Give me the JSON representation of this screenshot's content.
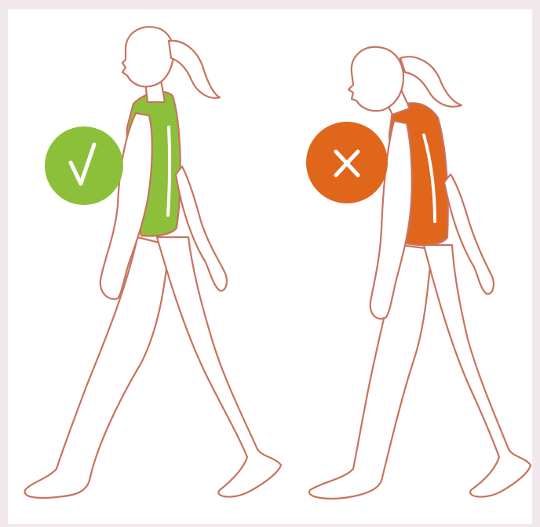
{
  "image": {
    "description_icons": [
      "good-posture-figure",
      "bad-posture-figure",
      "checkmark-icon",
      "cross-icon"
    ]
  },
  "colors": {
    "background": "#f3e7ee",
    "panel": "#ffffff",
    "outline": "#c8735f",
    "good": "#8dc03a",
    "bad": "#e0661c"
  },
  "figures": [
    {
      "posture": "good",
      "badge_icon": "checkmark-icon"
    },
    {
      "posture": "bad",
      "badge_icon": "cross-icon"
    }
  ]
}
